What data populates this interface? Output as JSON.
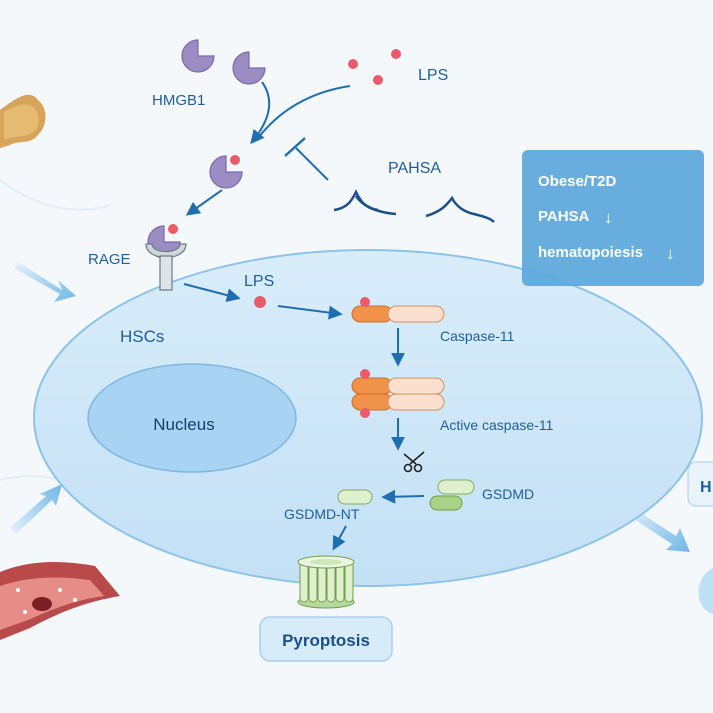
{
  "labels": {
    "hmgb1": "HMGB1",
    "lps_top": "LPS",
    "pahsa": "PAHSA",
    "rage": "RAGE",
    "lps_cell": "LPS",
    "hscs": "HSCs",
    "nucleus": "Nucleus",
    "caspase11": "Caspase-11",
    "active_caspase11": "Active caspase-11",
    "gsdmd": "GSDMD",
    "gsdmd_nt": "GSDMD-NT",
    "pyroptosis": "Pyroptosis",
    "partial_right": "H"
  },
  "info_box": {
    "line1": "Obese/T2D",
    "line2": "PAHSA",
    "line2_arrow": "↓",
    "line3": "hematopoiesis",
    "line3_arrow": "↓"
  },
  "colors": {
    "cell_fill": "#cfe6f7",
    "cell_stroke": "#8cc3ea",
    "nucleus_fill": "#a9d3f2",
    "hmgb1": "#9b8cc4",
    "lps_dot": "#ea5b6a",
    "caspase_orange": "#f0924a",
    "caspase_light": "#fbe0cf",
    "gsdmd_green": "#c8e3b0",
    "arrow": "#1f6fb0",
    "info_box": "#5aa7dc"
  }
}
